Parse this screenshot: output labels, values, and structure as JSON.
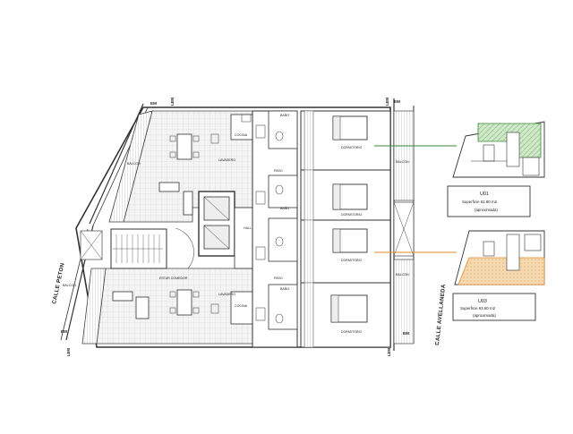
{
  "streets": {
    "left": "CALLE PETON",
    "right": "CALLE AVELLANEDA"
  },
  "markers": {
    "em": "EM",
    "lm": "LEM"
  },
  "colors": {
    "unit1": "#3a8a3a",
    "unit1_fill": "#bfe0b8",
    "unit3": "#e08a2a",
    "unit3_fill": "#f3cf9a"
  },
  "units": [
    {
      "id": "U01",
      "area": "Superficie 61.80 m2",
      "note": "(aproximada)"
    },
    {
      "id": "U03",
      "area": "Superficie 63.60 m2",
      "note": "(aproximada)"
    }
  ],
  "rooms": {
    "cocina_top": "COCINA",
    "cocina_bottom": "COCINA",
    "bano_top": "BAÑO",
    "bano_mid": "BAÑO",
    "bano_bottom": "BAÑO",
    "lavadero_top": "LAVADERO",
    "lavadero_bottom": "LAVADERO",
    "balcon_left_top": "BALCON",
    "balcon_left_bottom": "BALCON",
    "balcon_right_top": "BALCON",
    "balcon_right_bottom": "BALCON",
    "dormitorio_1": "DORMITORIO",
    "dormitorio_2": "DORMITORIO",
    "dormitorio_3": "DORMITORIO",
    "dormitorio_4": "DORMITORIO",
    "hall": "HALL",
    "paso_top": "PASO",
    "paso_bottom": "PASO",
    "estar_bottom": "ESTAR COMEDOR"
  }
}
